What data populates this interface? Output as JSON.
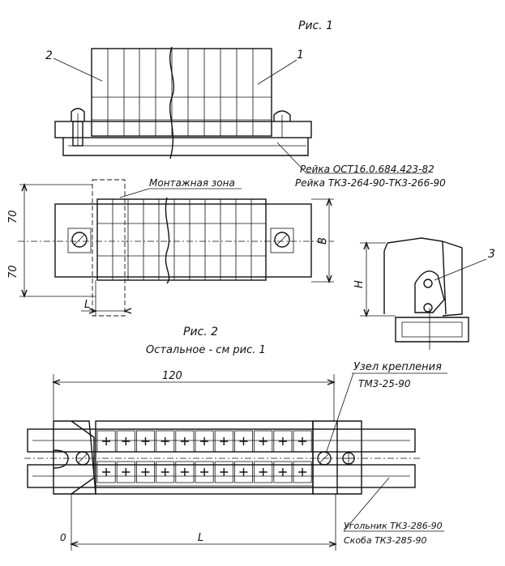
{
  "fig1": {
    "title": "Рис. 1",
    "callout_1": "1",
    "callout_2": "2",
    "rail_label_1": "Рейка ОСТ16.0.684.423-82",
    "rail_label_2": "Рейка ТК3-264-90-ТК3-266-90",
    "mounting_zone": "Монтажная зона",
    "dim_70_top": "70",
    "dim_70_bottom": "70",
    "dim_L": "L",
    "dim_B": "B"
  },
  "detail3": {
    "callout_3": "3",
    "dim_H": "H"
  },
  "fig2": {
    "title": "Рис. 2",
    "note": "Остальное - см рис. 1",
    "dim_120": "120",
    "node_label": "Узел крепления",
    "node_code": "ТМ3-25-90",
    "angle_label": "Угольник ТК3-286-90",
    "bracket_label": "Скоба ТК3-285-90",
    "dim_0": "0",
    "dim_L": "L"
  }
}
